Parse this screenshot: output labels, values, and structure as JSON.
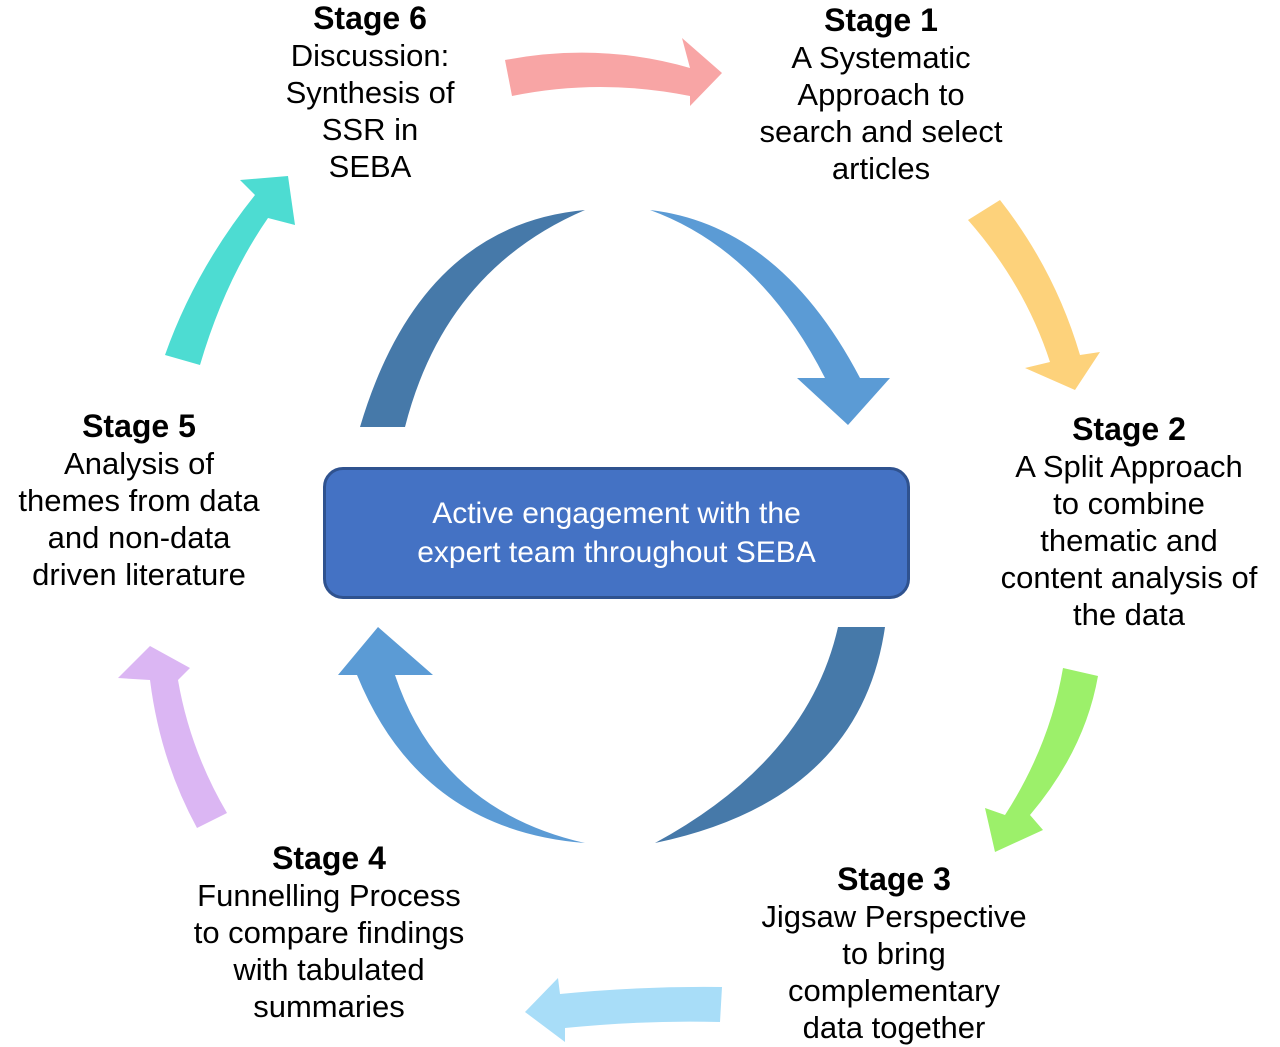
{
  "center": {
    "lines": [
      "Active engagement with the",
      "expert team throughout SEBA"
    ],
    "fill_color": "#4472c4",
    "border_color": "#2f528f"
  },
  "stages": [
    {
      "title": "Stage 1",
      "lines": [
        "A Systematic",
        "Approach to",
        "search and select",
        "articles"
      ]
    },
    {
      "title": "Stage 2",
      "lines": [
        "A Split Approach",
        "to combine",
        "thematic and",
        "content analysis of",
        "the data"
      ]
    },
    {
      "title": "Stage 3",
      "lines": [
        "Jigsaw Perspective",
        "to bring",
        "complementary",
        "data together"
      ]
    },
    {
      "title": "Stage 4",
      "lines": [
        "Funnelling Process",
        "to compare findings",
        "with tabulated",
        "summaries"
      ]
    },
    {
      "title": "Stage 5",
      "lines": [
        "Analysis of",
        "themes from data",
        "and non-data",
        "driven literature"
      ]
    },
    {
      "title": "Stage 6",
      "lines": [
        "Discussion:",
        "Synthesis of",
        "SSR in",
        "SEBA"
      ]
    }
  ],
  "outer_arrows": [
    {
      "from": "Stage 6",
      "to": "Stage 1",
      "color": "#f8a5a5"
    },
    {
      "from": "Stage 1",
      "to": "Stage 2",
      "color": "#fdd27b"
    },
    {
      "from": "Stage 2",
      "to": "Stage 3",
      "color": "#9cf06a"
    },
    {
      "from": "Stage 3",
      "to": "Stage 4",
      "color": "#a8ddf8"
    },
    {
      "from": "Stage 4",
      "to": "Stage 5",
      "color": "#dbb6f3"
    },
    {
      "from": "Stage 5",
      "to": "Stage 6",
      "color": "#4ddcd2"
    }
  ],
  "inner_arrow_colors": {
    "dark": "#4679a9",
    "light": "#5b9bd5"
  }
}
